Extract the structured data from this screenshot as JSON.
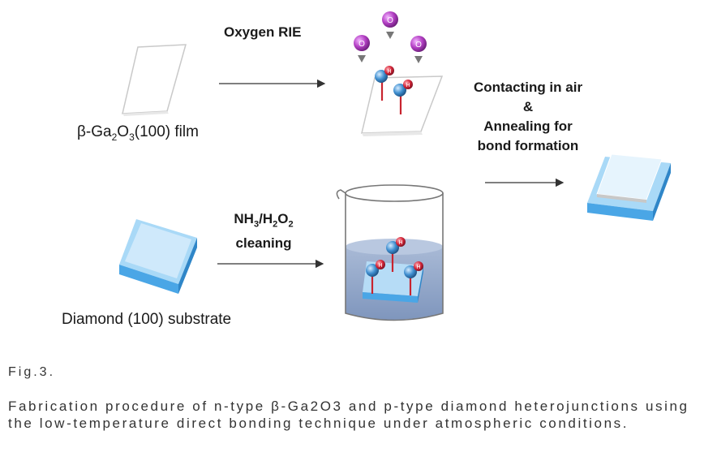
{
  "labels": {
    "oxygen_rie": "Oxygen RIE",
    "ga2o3_prefix": "β-Ga",
    "ga2o3_sub1": "2",
    "ga2o3_mid": "O",
    "ga2o3_sub2": "3",
    "ga2o3_suffix": "(100) film",
    "contacting_line1": "Contacting in air",
    "contacting_amp": "&",
    "contacting_line2": "Annealing for",
    "contacting_line3": "bond formation",
    "nh3_a": "NH",
    "nh3_sub": "3",
    "nh3_b": "/H",
    "h2o2_sub1": "2",
    "nh3_c": "O",
    "h2o2_sub2": "2",
    "cleaning": "cleaning",
    "diamond": "Diamond (100) substrate"
  },
  "atoms": {
    "oxygen": "O",
    "hydrogen": "H"
  },
  "figure_number": "Fig.3.",
  "caption": "Fabrication procedure of n-type β-Ga2O3 and p-type diamond heterojunctions using the low-temperature direct bonding technique under atmospheric conditions.",
  "colors": {
    "oxygen_ball": "#b33fc4",
    "hydroxyl_ball": "#3f8fd0",
    "hydrogen_ball": "#d6283a",
    "diamond_blue": "#59aeea",
    "water": "#8fa6c8"
  }
}
